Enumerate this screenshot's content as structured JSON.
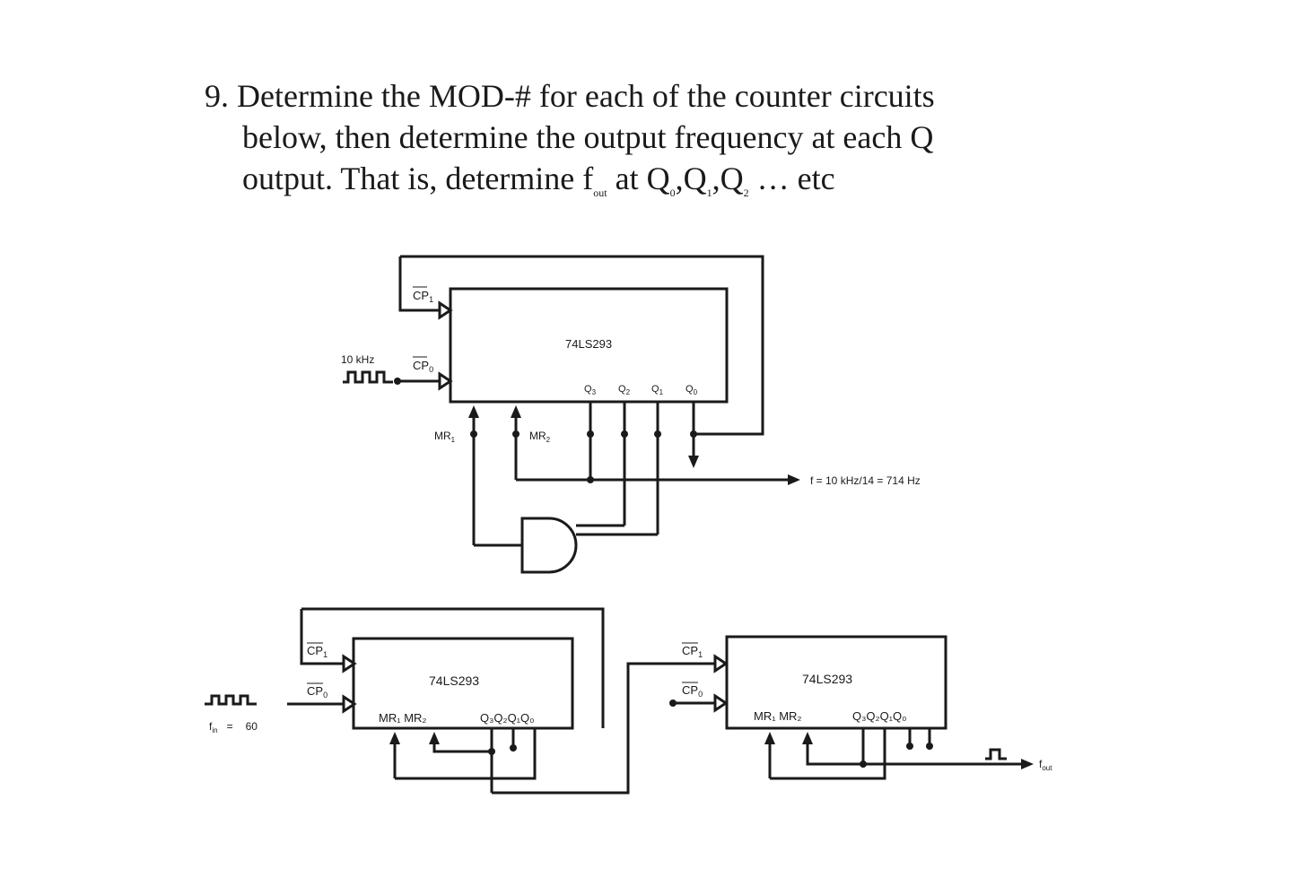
{
  "question": {
    "line1": "9. Determine the MOD-# for each of the counter circuits",
    "line2": "below, then determine the output frequency at each Q",
    "line3_a": "output. That is, determine f",
    "line3_sub_out": "out",
    "line3_b": " at Q",
    "line3_sub0": "0",
    "line3_c": ",Q",
    "line3_sub1": "1",
    "line3_d": ",Q",
    "line3_sub2": "2",
    "line3_e": " … etc"
  },
  "circuit1": {
    "chip_label": "74LS293",
    "cp1": "CP",
    "cp1_sub": "1",
    "cp0": "CP",
    "cp0_sub": "0",
    "input_freq": "10 kHz",
    "q3": "Q",
    "q3_sub": "3",
    "q2": "Q",
    "q2_sub": "2",
    "q1": "Q",
    "q1_sub": "1",
    "q0": "Q",
    "q0_sub": "0",
    "mr1": "MR",
    "mr1_sub": "1",
    "mr2": "MR",
    "mr2_sub": "2",
    "output_note": "f = 10 kHz/14 = 714 Hz"
  },
  "circuit2": {
    "chip_left_label": "74LS293",
    "chip_right_label": "74LS293",
    "cp1": "CP",
    "cp1_sub": "1",
    "cp0": "CP",
    "cp0_sub": "0",
    "mr_labels": "MR₁ MR₂",
    "q_labels": "Q₃Q₂Q₁Q₀",
    "fin_symbol": "f",
    "fin_sub": "in",
    "fin_eq": "=",
    "fin_value": "60",
    "fout_symbol": "f",
    "fout_sub": "out"
  }
}
